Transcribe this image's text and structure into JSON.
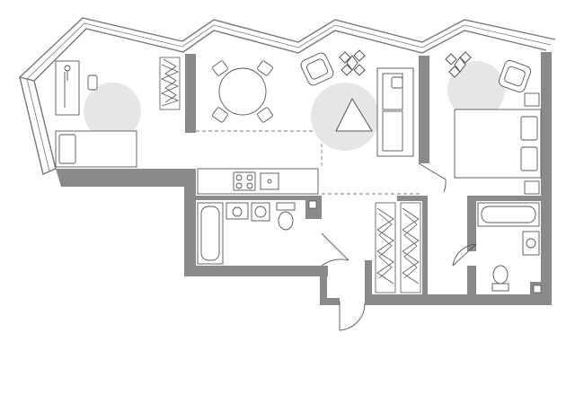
{
  "diagram": {
    "type": "apartment-floor-plan",
    "colors": {
      "wall": "#8a8a8a",
      "line": "#555555",
      "rug": "#e6e6e6",
      "background": "#ffffff"
    },
    "rooms": [
      {
        "id": "bedroom-left",
        "furniture": [
          "desk",
          "desk-lamp",
          "desk-chair",
          "bed",
          "rug",
          "closet"
        ]
      },
      {
        "id": "living-kitchen",
        "furniture": [
          "dining-table",
          "chair",
          "chair",
          "chair",
          "chair",
          "closet",
          "armchair",
          "plant",
          "triangle-coffee-table",
          "rug",
          "sofa",
          "kitchen-counter",
          "stove",
          "sink"
        ]
      },
      {
        "id": "bedroom-right",
        "furniture": [
          "plant",
          "armchair",
          "rug",
          "double-bed",
          "nightstand",
          "nightstand"
        ]
      },
      {
        "id": "bathroom-left",
        "furniture": [
          "bathtub",
          "washbasin",
          "washing-machine",
          "toilet"
        ]
      },
      {
        "id": "bathroom-right",
        "furniture": [
          "bathtub",
          "washbasin",
          "toilet"
        ]
      },
      {
        "id": "hallway",
        "furniture": [
          "wardrobe",
          "wardrobe"
        ]
      }
    ],
    "doors": [
      "bathroom-left-door",
      "entrance-door",
      "bedroom-right-door",
      "bathroom-right-door"
    ],
    "labels": []
  }
}
